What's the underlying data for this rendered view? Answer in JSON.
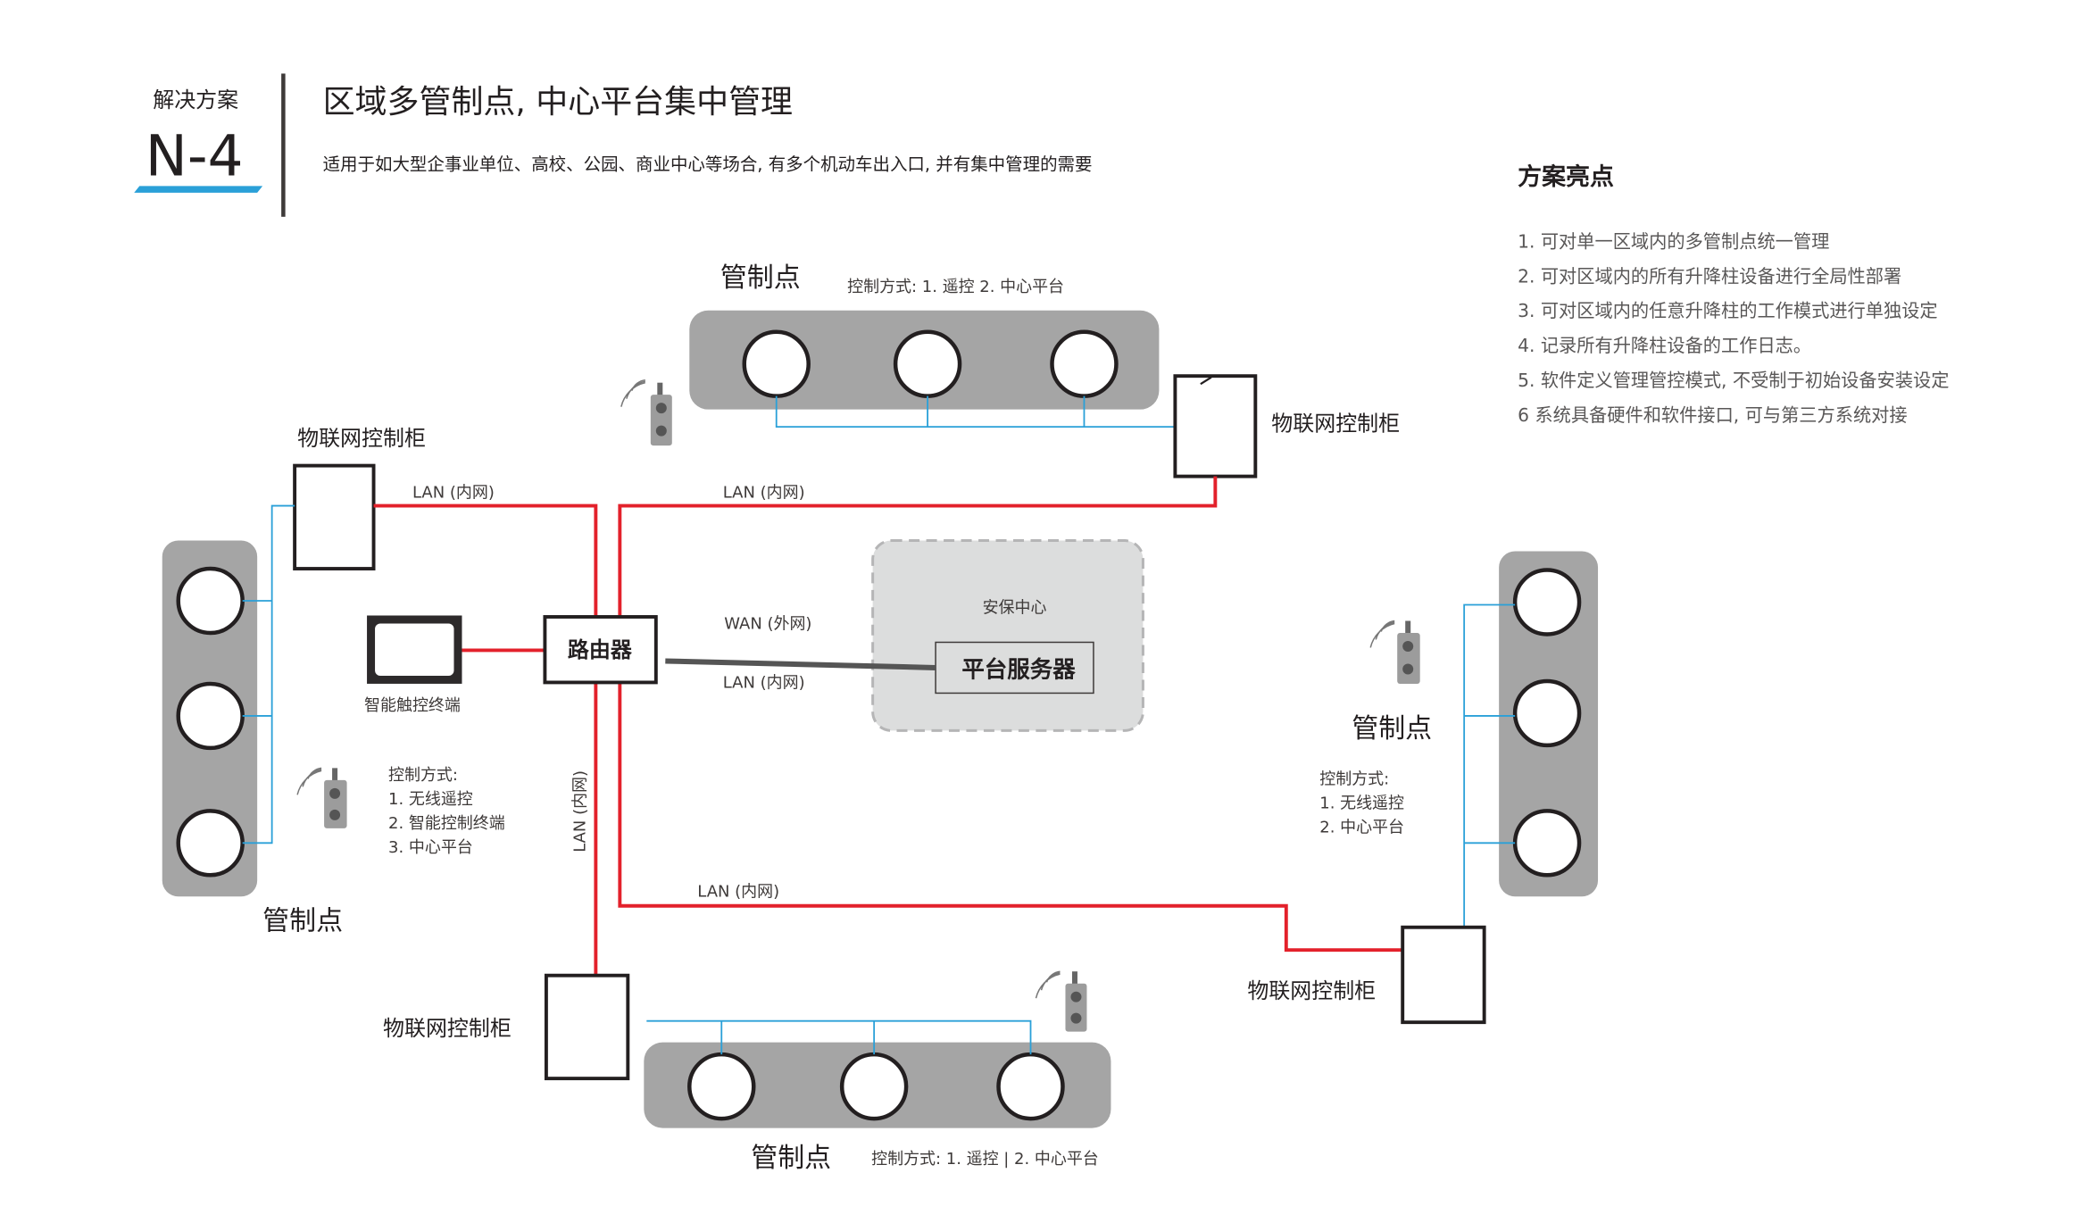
{
  "header": {
    "solution_label": "解决方案",
    "code": "N-4",
    "title": "区域多管制点, 中心平台集中管理",
    "subtitle": "适用于如大型企事业单位、高校、公园、商业中心等场合, 有多个机动车出入口, 并有集中管理的需要"
  },
  "highlights": {
    "title": "方案亮点",
    "items": [
      "1. 可对单一区域内的多管制点统一管理",
      "2. 可对区域内的所有升降柱设备进行全局性部署",
      "3. 可对区域内的任意升降柱的工作模式进行单独设定",
      "4. 记录所有升降柱设备的工作日志。",
      "5. 软件定义管理管控模式, 不受制于初始设备安装设定",
      "6  系统具备硬件和软件接口, 可与第三方系统对接"
    ]
  },
  "diagram": {
    "control_point_label": "管制点",
    "cabinet_label": "物联网控制柜",
    "router_label": "路由器",
    "terminal_label": "智能触控终端",
    "security_center_label": "安保中心",
    "server_label": "平台服务器",
    "lan_label": "LAN (内网)",
    "wan_label": "WAN (外网)",
    "top_control_modes": "控制方式: 1. 遥控 2. 中心平台",
    "bottom_control_modes": "控制方式: 1. 遥控  | 2. 中心平台",
    "left_control_modes": {
      "title": "控制方式:",
      "items": [
        "1. 无线遥控",
        "2. 智能控制终端",
        "3. 中心平台"
      ]
    },
    "right_control_modes": {
      "title": "控制方式:",
      "items": [
        "1. 无线遥控",
        "2. 中心平台"
      ]
    }
  },
  "colors": {
    "accent_blue": "#2aa0d8",
    "lan_red": "#e3212b",
    "bollard_gray": "#a5a5a5"
  }
}
